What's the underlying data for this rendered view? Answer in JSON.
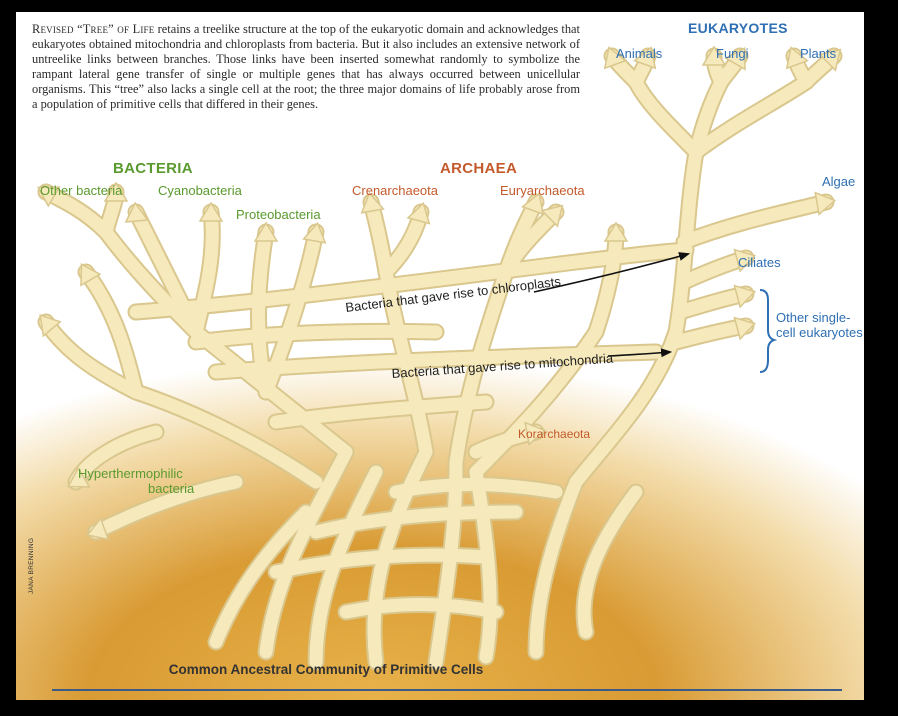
{
  "caption": {
    "lead": "Revised “Tree” of Life",
    "body": " retains a treelike structure at the top of the eukaryotic domain and acknowledges that eukaryotes obtained mitochondria and chloroplasts from bacteria. But it also includes an extensive network of untreelike links between branches. Those links have been inserted somewhat randomly to symbolize the rampant lateral gene transfer of single or multiple genes that has always occurred between unicellular organisms. This “tree” also lacks a single cell at the root; the three major domains of life probably arose from a population of primitive cells that differed in their genes."
  },
  "domains": {
    "bacteria": "BACTERIA",
    "archaea": "ARCHAEA",
    "eukaryotes": "EUKARYOTES"
  },
  "groups": {
    "other_bacteria": "Other bacteria",
    "cyanobacteria": "Cyanobacteria",
    "proteobacteria": "Proteobacteria",
    "crenarchaeota": "Crenarchaeota",
    "euryarchaeota": "Euryarchaeota",
    "korarchaeota": "Korarchaeota",
    "hyperthermophilic_line1": "Hyperthermophilic",
    "hyperthermophilic_line2": "bacteria",
    "animals": "Animals",
    "fungi": "Fungi",
    "plants": "Plants",
    "algae": "Algae",
    "ciliates": "Ciliates",
    "other_single_line1": "Other single-",
    "other_single_line2": "cell eukaryotes"
  },
  "arrows": {
    "chloroplasts": "Bacteria that gave rise to chloroplasts",
    "mitochondria": "Bacteria that gave rise to mitochondria"
  },
  "root_label": "Common Ancestral Community of Primitive Cells",
  "credit": "JANA BRENNING",
  "colors": {
    "branch": "#f6e9bc",
    "branch_edge": "#d9c78e",
    "glow_inner": "#e9b64f",
    "glow_outer": "#b9741c",
    "green": "#5a9a2e",
    "red": "#c45a2c",
    "blue": "#2f6fb3",
    "rule": "#3b5c88"
  }
}
